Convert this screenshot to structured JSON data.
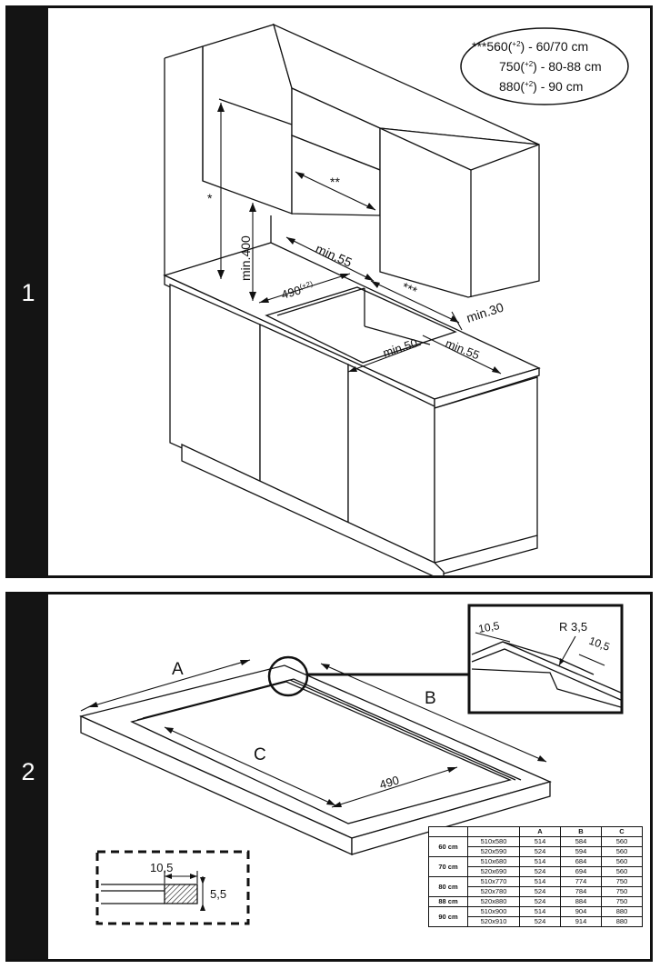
{
  "panel1": {
    "step": "1",
    "legend": {
      "stars": "***",
      "line1_main": "560(",
      "line1_sup": "+2",
      "line1_rest": ") - 60/70 cm",
      "line2_main": "750(",
      "line2_sup": "+2",
      "line2_rest": ") - 80-88 cm",
      "line3_main": "880(",
      "line3_sup": "+2",
      "line3_rest": ") - 90 cm"
    },
    "dims": {
      "star1": "*",
      "star2": "**",
      "star3": "***",
      "min400": "min.400",
      "min55_top": "min.55",
      "cutout_main": "490",
      "cutout_sup": "(+2)",
      "min30": "min.30",
      "min50": "min.50",
      "min55_front": "min.55"
    }
  },
  "panel2": {
    "step": "2",
    "labels": {
      "A": "A",
      "B": "B",
      "C": "C",
      "d490": "490",
      "detail_left": "10,5",
      "detail_radius": "R 3,5",
      "detail_right": "10,5",
      "section_width": "10,5",
      "section_depth": "5,5"
    },
    "table": {
      "headers": [
        "",
        "",
        "A",
        "B",
        "C"
      ],
      "groups": [
        {
          "label": "60 cm",
          "rows": [
            [
              "510x580",
              "514",
              "584",
              "560"
            ],
            [
              "520x590",
              "524",
              "594",
              "560"
            ]
          ]
        },
        {
          "label": "70 cm",
          "rows": [
            [
              "510x680",
              "514",
              "684",
              "560"
            ],
            [
              "520x690",
              "524",
              "694",
              "560"
            ]
          ]
        },
        {
          "label": "80 cm",
          "rows": [
            [
              "510x770",
              "514",
              "774",
              "750"
            ],
            [
              "520x780",
              "524",
              "784",
              "750"
            ]
          ]
        },
        {
          "label": "88 cm",
          "rows": [
            [
              "520x880",
              "524",
              "884",
              "750"
            ]
          ]
        },
        {
          "label": "90 cm",
          "rows": [
            [
              "510x900",
              "514",
              "904",
              "880"
            ],
            [
              "520x910",
              "524",
              "914",
              "880"
            ]
          ]
        }
      ]
    }
  }
}
